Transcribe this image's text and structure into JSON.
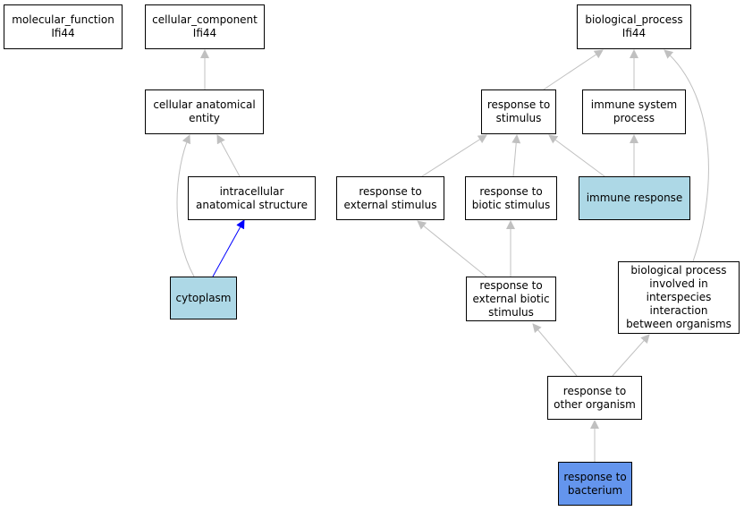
{
  "nodes": {
    "molecular_function": {
      "label": "molecular_function\nIfi44"
    },
    "cellular_component": {
      "label": "cellular_component\nIfi44"
    },
    "biological_process": {
      "label": "biological_process\nIfi44"
    },
    "cellular_anatomical_entity": {
      "label": "cellular anatomical\nentity"
    },
    "response_to_stimulus": {
      "label": "response to\nstimulus"
    },
    "immune_system_process": {
      "label": "immune system\nprocess"
    },
    "intracellular_anatomical_structure": {
      "label": "intracellular\nanatomical structure"
    },
    "response_to_external_stimulus": {
      "label": "response to\nexternal stimulus"
    },
    "response_to_biotic_stimulus": {
      "label": "response to\nbiotic stimulus"
    },
    "immune_response": {
      "label": "immune response"
    },
    "cytoplasm": {
      "label": "cytoplasm"
    },
    "response_to_external_biotic_stimulus": {
      "label": "response to\nexternal biotic\nstimulus"
    },
    "biological_process_interspecies": {
      "label": "biological process\ninvolved in\ninterspecies\ninteraction\nbetween organisms"
    },
    "response_to_other_organism": {
      "label": "response to\nother organism"
    },
    "response_to_bacterium": {
      "label": "response to\nbacterium"
    }
  },
  "colors": {
    "edge": "#c0c0c0",
    "edge_highlight": "#0000ff",
    "node_highlight_light": "#add8e6",
    "node_highlight_dark": "#6495ed"
  }
}
